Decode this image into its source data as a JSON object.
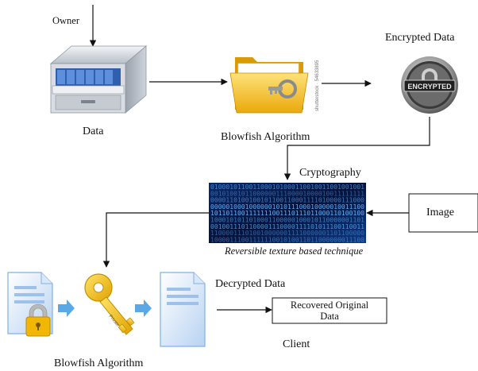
{
  "labels": {
    "owner": "Owner",
    "data": "Data",
    "blowfish_top": "Blowfish Algorithm",
    "encrypted_data": "Encrypted Data",
    "encrypted_stamp": "ENCRYPTED",
    "shutterstock": "shutterstock · 54633895",
    "cryptography": "Cryptography",
    "image": "Image",
    "reversible": "Reversible texture based technique",
    "decrypted_data": "Decrypted Data",
    "recovered_line1": "Recovered Original",
    "recovered_line2": "Data",
    "client": "Client",
    "blowfish_bottom": "Blowfish Algorithm",
    "key_tag": "Private"
  },
  "icons": [
    "file-cabinet-icon",
    "folder-lock-icon",
    "encrypted-badge-icon",
    "binary-code-icon",
    "locked-document-icon",
    "key-icon",
    "document-icon",
    "arrow-icon"
  ],
  "colors": {
    "line": "#111111",
    "folder": "#f2c01e",
    "binary_dark": "#06123a",
    "binary_light": "#5fb6ff",
    "doc_blue": "#7fb0e8",
    "key_gold": "#f0c419",
    "arrow_blue": "#5aa9e6"
  }
}
